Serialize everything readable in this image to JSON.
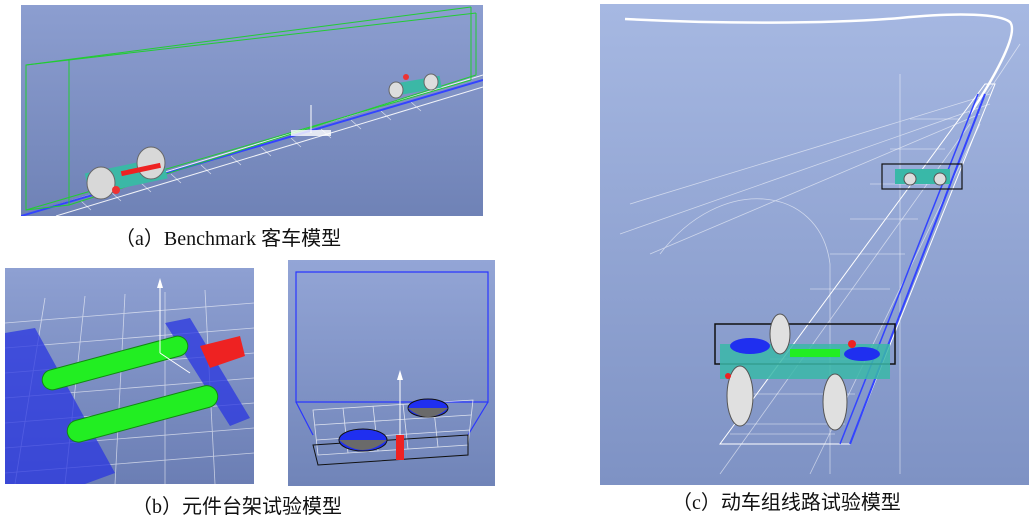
{
  "figure": {
    "caption_a": "（a）Benchmark 客车模型",
    "caption_b": "（b）元件台架试验模型",
    "caption_c": "（c）动车组线路试验模型"
  },
  "colors": {
    "sky_top": "#8a9ccf",
    "sky_bottom": "#6c7fb5",
    "green_rig": "#22dd22",
    "blue_rig": "#2222ee",
    "red_part": "#ee2222",
    "teal_bogie": "#39b8a8"
  }
}
